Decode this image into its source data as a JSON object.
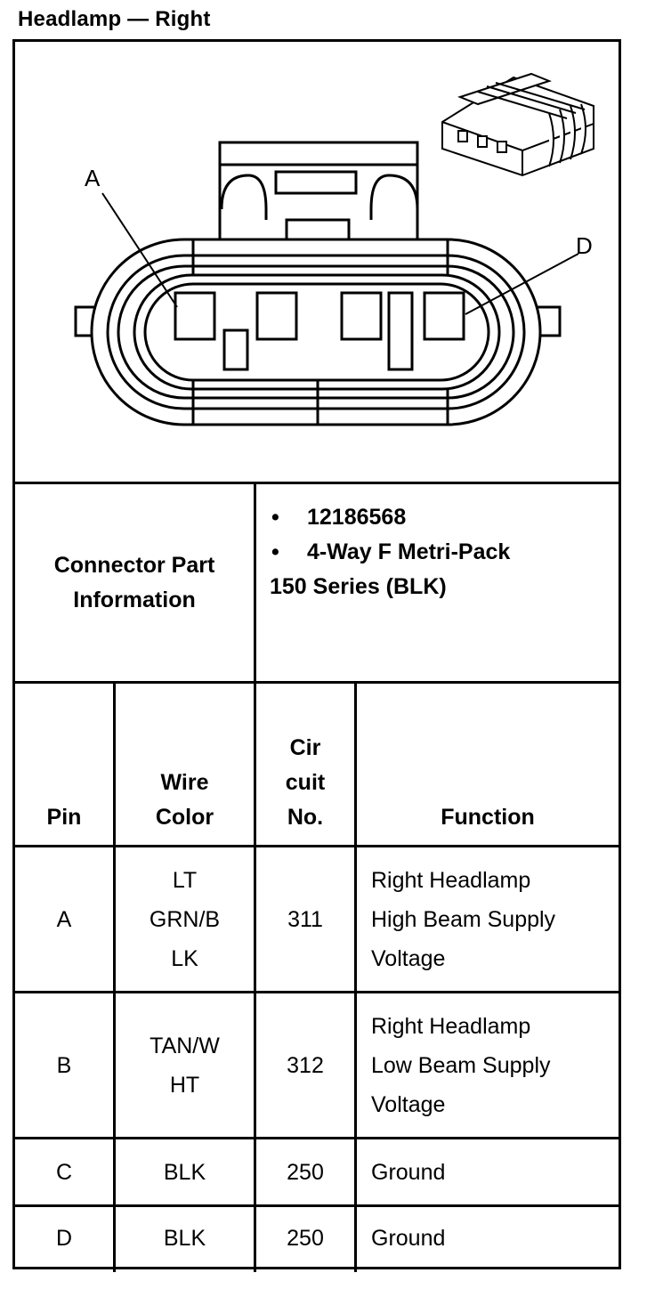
{
  "title": "Headlamp — Right",
  "diagram": {
    "pin_labels": {
      "left": "A",
      "right": "D"
    }
  },
  "connector_info": {
    "label_line1": "Connector Part",
    "label_line2": "Information",
    "bullets": [
      "12186568",
      "4-Way F Metri-Pack"
    ],
    "continuation": "150 Series (BLK)"
  },
  "table": {
    "headers": {
      "pin": "Pin",
      "wire_color": [
        "Wire",
        "Color"
      ],
      "circuit": [
        "Cir",
        "cuit",
        "No."
      ],
      "function": "Function"
    },
    "rows": [
      {
        "pin": "A",
        "wire": [
          "LT",
          "GRN/B",
          "LK"
        ],
        "circuit": "311",
        "function": [
          "Right Headlamp",
          "High Beam Supply",
          "Voltage"
        ]
      },
      {
        "pin": "B",
        "wire": [
          "TAN/W",
          "HT"
        ],
        "circuit": "312",
        "function": [
          "Right Headlamp",
          "Low Beam Supply",
          "Voltage"
        ]
      },
      {
        "pin": "C",
        "wire": [
          "BLK"
        ],
        "circuit": "250",
        "function": [
          "Ground"
        ]
      },
      {
        "pin": "D",
        "wire": [
          "BLK"
        ],
        "circuit": "250",
        "function": [
          "Ground"
        ]
      }
    ]
  }
}
